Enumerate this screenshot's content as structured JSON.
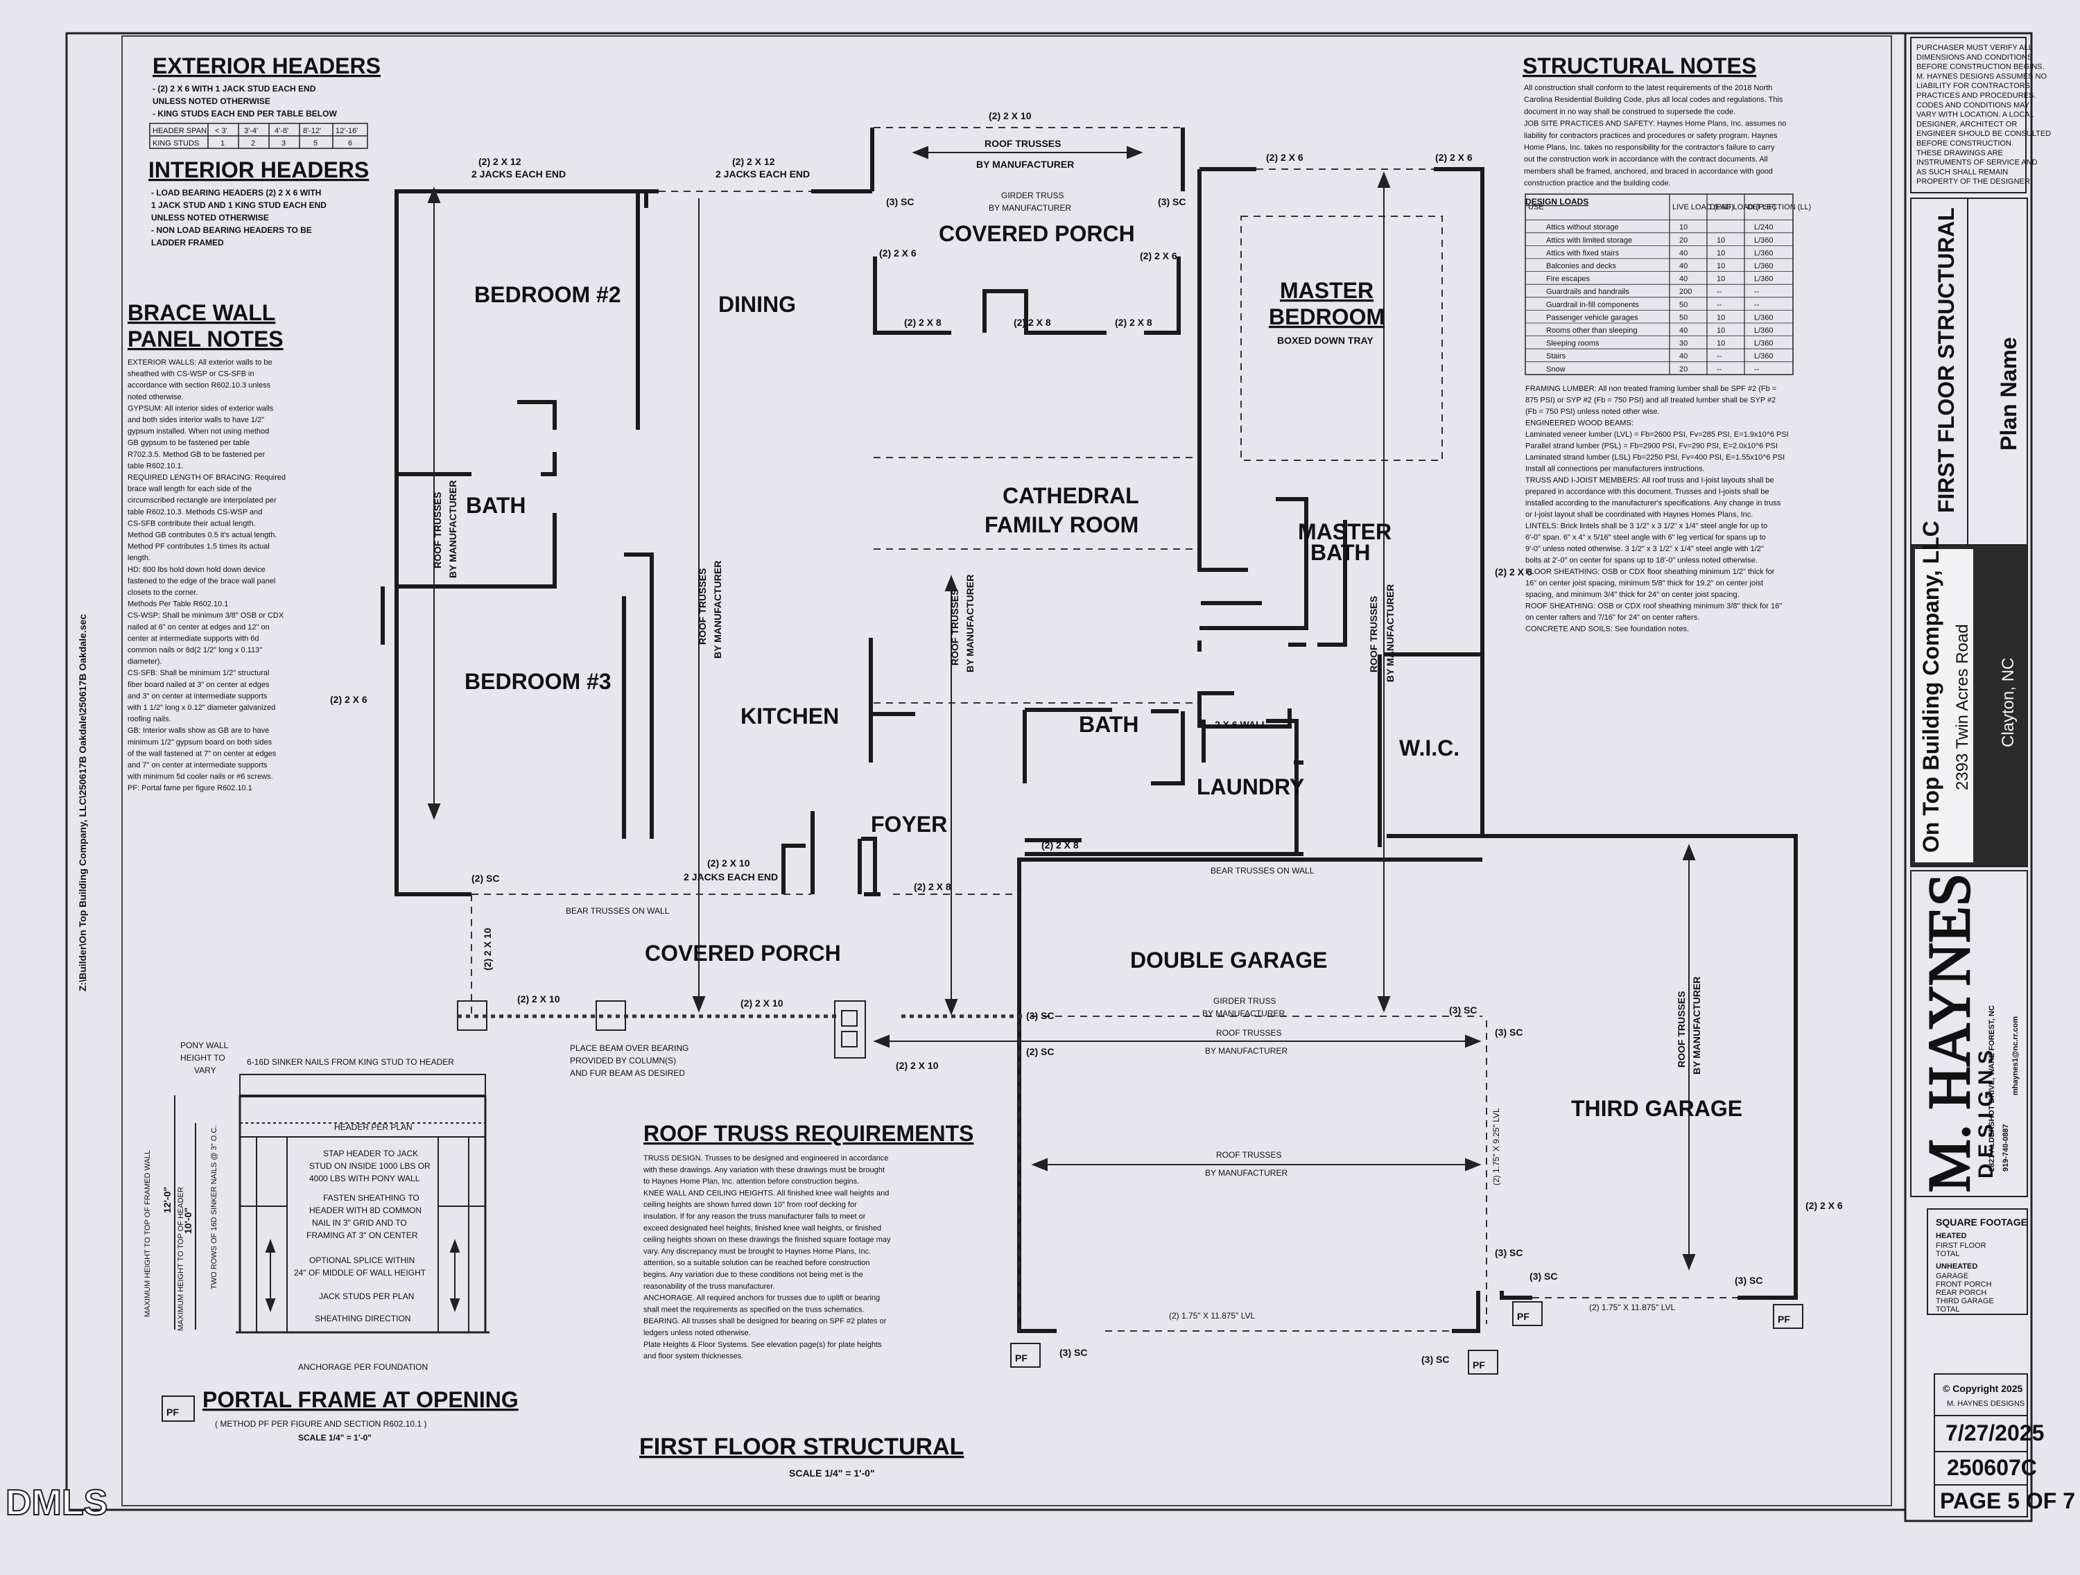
{
  "watermark": "DMLS",
  "side_path": "Z:\\Builder\\On Top Building Company, LLC\\250617B Oakdale\\250617B Oakdale.sec",
  "exterior_headers": {
    "title": "EXTERIOR HEADERS",
    "lines": [
      "- (2) 2 X 6 WITH 1 JACK STUD EACH END",
      "UNLESS NOTED OTHERWISE",
      "- KING STUDS EACH END PER TABLE BELOW"
    ],
    "table_headers": [
      "HEADER SPAN",
      "< 3'",
      "3'-4'",
      "4'-8'",
      "8'-12'",
      "12'-16'"
    ],
    "table_row": [
      "KING STUDS",
      "1",
      "2",
      "3",
      "5",
      "6"
    ]
  },
  "interior_headers": {
    "title": "INTERIOR HEADERS",
    "lines": [
      "- LOAD BEARING HEADERS (2) 2 X 6 WITH",
      "1 JACK STUD AND 1 KING STUD EACH END",
      "UNLESS NOTED OTHERWISE",
      "- NON LOAD BEARING HEADERS TO BE",
      "LADDER FRAMED"
    ]
  },
  "brace_wall": {
    "title1": "BRACE WALL",
    "title2": "PANEL NOTES",
    "lines": [
      "EXTERIOR WALLS: All exterior walls to be",
      "sheathed with CS-WSP or CS-SFB in",
      "accordance with section R602.10.3 unless",
      "noted otherwise.",
      "GYPSUM: All interior sides of exterior walls",
      "and both sides interior walls to have 1/2\"",
      "gypsum installed. When not using method",
      "GB gypsum to be fastened per table",
      "R702.3.5. Method GB to be fastened per",
      "table R602.10.1.",
      "REQUIRED LENGTH OF BRACING: Required",
      "brace wall length for each side of the",
      "circumscribed rectangle are interpolated per",
      "table R602.10.3. Methods CS-WSP and",
      "CS-SFB contribute their actual length.",
      "Method GB contributes 0.5 it's actual length.",
      "Method PF contributes 1.5 times its actual",
      "length.",
      "HD: 800 lbs hold down hold down device",
      "fastened to the edge of the brace wall panel",
      "closets to the corner.",
      "Methods Per Table R602.10.1",
      "CS-WSP: Shall be minimum 3/8\" OSB or CDX",
      "nailed at 6\" on center at edges and 12\" on",
      "center at intermediate supports with 6d",
      "common nails or 8d(2 1/2\" long x 0.113\"",
      "diameter).",
      "CS-SFB: Shall be minimum 1/2\" structural",
      "fiber board nailed at 3\" on center at edges",
      "and 3\" on center at intermediate supports",
      "with 1 1/2\" long x 0.12\" diameter galvanized",
      "roofing nails.",
      "GB: Interior walls show as GB are to have",
      "minimum 1/2\" gypsum board on both sides",
      "of the wall fastened at 7\" on center at edges",
      "and 7\" on center at intermediate supports",
      "with minimum 5d cooler nails or #6 screws.",
      "PF: Portal fame per figure R602.10.1"
    ]
  },
  "structural_notes": {
    "title": "STRUCTURAL NOTES",
    "intro": [
      "All construction shall conform to the latest requirements of the 2018 North",
      "Carolina Residential Building Code, plus all local codes and regulations. This",
      "document in no way shall be construed to supersede the code.",
      "JOB SITE PRACTICES AND SAFETY: Haynes Home Plans, Inc. assumes no",
      "liability for contractors practices and procedures or safety program. Haynes",
      "Home Plans, Inc. takes no responsibility for the contractor's failure to carry",
      "out the construction work in accordance with the contract documents. All",
      "members shall be framed, anchored, and braced in accordance with good",
      "construction practice and the building code."
    ],
    "loads_title": "DESIGN LOADS",
    "loads_headers": [
      "USE",
      "LIVE LOAD (PSF)",
      "DEAD LOAD (PSF)",
      "DEFLECTION (LL)"
    ],
    "loads_rows": [
      [
        "Attics without storage",
        "10",
        "",
        "L/240"
      ],
      [
        "Attics with limited storage",
        "20",
        "10",
        "L/360"
      ],
      [
        "Attics with fixed stairs",
        "40",
        "10",
        "L/360"
      ],
      [
        "Balconies and decks",
        "40",
        "10",
        "L/360"
      ],
      [
        "Fire escapes",
        "40",
        "10",
        "L/360"
      ],
      [
        "Guardrails and handrails",
        "200",
        "--",
        "--"
      ],
      [
        "Guardrail in-fill components",
        "50",
        "--",
        "--"
      ],
      [
        "Passenger vehicle garages",
        "50",
        "10",
        "L/360"
      ],
      [
        "Rooms other than sleeping",
        "40",
        "10",
        "L/360"
      ],
      [
        "Sleeping rooms",
        "30",
        "10",
        "L/360"
      ],
      [
        "Stairs",
        "40",
        "--",
        "L/360"
      ],
      [
        "Snow",
        "20",
        "--",
        "--"
      ]
    ],
    "body": [
      "FRAMING LUMBER: All non treated framing lumber shall be SPF #2 (Fb =",
      "875 PSI) or SYP #2 (Fb = 750 PSI) and all treated lumber shall be SYP #2",
      "(Fb = 750 PSI) unless noted other wise.",
      "ENGINEERED WOOD BEAMS:",
      "Laminated veneer lumber (LVL) = Fb=2600 PSI, Fv=285 PSI, E=1.9x10^6 PSI",
      "Parallel strand lumber (PSL) = Fb=2900 PSI, Fv=290 PSI, E=2.0x10^6 PSI",
      "Laminated strand lumber (LSL) Fb=2250 PSI, Fv=400 PSI, E=1.55x10^6 PSI",
      "Install all connections per manufacturers instructions.",
      "TRUSS AND I-JOIST MEMBERS: All roof truss and I-joist layouts shall be",
      "prepared in accordance with this document. Trusses and I-joists shall be",
      "installed according to the manufacturer's specifications. Any change in truss",
      "or I-joist layout shall be coordinated with Haynes Homes Plans, Inc.",
      "LINTELS: Brick lintels shall be 3 1/2\" x 3 1/2\" x 1/4\" steel angle for up to",
      "6'-0\" span. 6\" x 4\" x 5/16\" steel angle with 6\" leg vertical for spans up to",
      "9'-0\" unless noted otherwise. 3 1/2\" x 3 1/2\" x 1/4\" steel angle with 1/2\"",
      "bolts at 2'-0\" on center for spans up to 18'-0\" unless noted otherwise.",
      "FLOOR SHEATHING: OSB or CDX floor sheathing minimum 1/2\" thick for",
      "16\" on center joist spacing, minimum 5/8\" thick for 19.2\" on center joist",
      "spacing, and minimum 3/4\" thick for 24\" on center joist spacing.",
      "ROOF SHEATHING: OSB or CDX roof sheathing minimum 3/8\" thick for 16\"",
      "on center rafters and 7/16\" for 24\" on center rafters.",
      "CONCRETE AND SOILS: See foundation notes."
    ]
  },
  "rooms": {
    "bedroom2": "BEDROOM #2",
    "dining": "DINING",
    "covered_porch_top": "COVERED PORCH",
    "master_bedroom_1": "MASTER",
    "master_bedroom_2": "BEDROOM",
    "boxed_tray": "BOXED DOWN TRAY",
    "bath1": "BATH",
    "cathedral_1": "CATHEDRAL",
    "cathedral_2": "FAMILY ROOM",
    "master_bath_1": "MASTER",
    "master_bath_2": "BATH",
    "bedroom3": "BEDROOM #3",
    "kitchen": "KITCHEN",
    "bath2": "BATH",
    "laundry": "LAUNDRY",
    "wic": "W.I.C.",
    "foyer": "FOYER",
    "covered_porch_bottom": "COVERED PORCH",
    "double_garage": "DOUBLE GARAGE",
    "third_garage": "THIRD GARAGE"
  },
  "labels": {
    "two_2x12": "(2) 2 X 12",
    "two_jacks": "2 JACKS EACH END",
    "two_2x10": "(2) 2 X 10",
    "two_2x6": "(2) 2 X 6",
    "two_2x8": "(2) 2 X 8",
    "roof_trusses": "ROOF TRUSSES",
    "by_manufacturer": "BY MANUFACTURER",
    "girder_truss": "GIRDER TRUSS",
    "three_sc": "(3) SC",
    "two_sc": "(2) SC",
    "bear_trusses": "BEAR TRUSSES ON WALL",
    "wall_2x6": "2 X 6 WALL",
    "lvl_11875": "(2) 1.75\" X 11.875\" LVL",
    "lvl_925": "(2) 1.75\" X 9.25\" LVL",
    "place_beam_1": "PLACE BEAM OVER BEARING",
    "place_beam_2": "PROVIDED BY COLUMN(S)",
    "place_beam_3": "AND FUR BEAM AS DESIRED",
    "pf": "PF"
  },
  "roof_truss_req": {
    "title": "ROOF TRUSS REQUIREMENTS",
    "lines": [
      "TRUSS DESIGN. Trusses to be designed and engineered in accordance",
      "with these drawings. Any variation with these drawings must be brought",
      "to Haynes Home Plan, Inc. attention before construction begins.",
      "KNEE WALL AND CEILING HEIGHTS. All finished knee wall heights and",
      "ceiling heights are shown furred down 10\" from roof decking for",
      "insulation. If for any reason the truss manufacturer fails to meet or",
      "exceed designated heel heights, finished knee wall heights, or finished",
      "ceiling heights shown on these drawings the finished square footage may",
      "vary. Any discrepancy must be brought to Haynes Home Plans, Inc.",
      "attention, so a suitable solution can be reached before construction",
      "begins. Any variation due to these conditions not being met is the",
      "reasonability of the truss manufacturer.",
      "ANCHORAGE. All required anchors for trusses due to uplift or bearing",
      "shall meet the requirements as specified on the truss schematics.",
      "BEARING. All trusses shall be designed for bearing on SPF #2 plates or",
      "ledgers unless noted otherwise.",
      "Plate Heights & Floor Systems. See elevation page(s) for plate heights",
      "and floor system thicknesses."
    ]
  },
  "portal": {
    "title": "PORTAL FRAME AT OPENING",
    "sub": "( METHOD PF PER FIGURE AND SECTION R602.10.1 )",
    "scale": "SCALE 1/4\" = 1'-0\"",
    "nails": "6-16D SINKER NAILS FROM KING STUD TO HEADER",
    "pony": [
      "PONY WALL",
      "HEIGHT TO",
      "VARY"
    ],
    "header": "HEADER PER PLAN",
    "strap": [
      "STAP HEADER TO JACK",
      "STUD ON INSIDE 1000 LBS OR",
      "4000 LBS WITH PONY WALL"
    ],
    "fasten": [
      "FASTEN SHEATHING TO",
      "HEADER WITH 8D COMMON",
      "NAIL IN 3\" GRID AND TO",
      "FRAMING AT 3\" ON CENTER"
    ],
    "splice": [
      "OPTIONAL SPLICE WITHIN",
      "24\" OF MIDDLE OF WALL HEIGHT"
    ],
    "jack": "JACK STUDS PER PLAN",
    "sheathing": "SHEATHING DIRECTION",
    "anchorage": "ANCHORAGE PER FOUNDATION",
    "dim1": "12'-0\"",
    "dim2": "10'-0\"",
    "maxh1": "MAXIMUM HEIGHT TO TOP OF FRAMED WALL",
    "maxh2": "MAXIMUM HEIGHT TO TOP OF HEADER",
    "rows": "TWO ROWS OF 16D SINKER NAILS @ 3\" O.C."
  },
  "main_title": "FIRST FLOOR STRUCTURAL",
  "main_scale": "SCALE 1/4\" = 1'-0\"",
  "title_block": {
    "disclaimer": [
      "PURCHASER MUST VERIFY ALL",
      "DIMENSIONS AND CONDITIONS",
      "BEFORE CONSTRUCTION BEGINS.",
      "M. HAYNES DESIGNS ASSUMES NO",
      "LIABILITY FOR CONTRACTORS",
      "PRACTICES AND PROCEDURES.",
      "CODES AND CONDITIONS MAY",
      "VARY WITH LOCATION. A LOCAL",
      "DESIGNER, ARCHITECT OR",
      "ENGINEER SHOULD BE CONSULTED",
      "BEFORE CONSTRUCTION.",
      "THESE DRAWINGS ARE",
      "INSTRUMENTS OF SERVICE AND",
      "AS SUCH SHALL REMAIN",
      "PROPERTY OF THE DESIGNER."
    ],
    "sheet_title": "FIRST FLOOR STRUCTURAL",
    "plan_name": "Plan Name",
    "company": "On Top Building Company, LLC",
    "addr1": "2393 Twin Acres Road",
    "addr2": "Clayton, NC",
    "logo_main": "M. HAYNES",
    "logo_sub": "D E S I G N S",
    "designer_addr": "2821 ALDERSHOT DRIVE, WAKE FOREST, NC",
    "designer_phone": "919-740-0887",
    "designer_email": "mhaynes1@nc.rr.com",
    "sqft_title": "SQUARE FOOTAGE",
    "heated": "HEATED",
    "heated_rows": [
      "FIRST FLOOR",
      "TOTAL"
    ],
    "unheated": "UNHEATED",
    "unheated_rows": [
      "GARAGE",
      "FRONT PORCH",
      "REAR PORCH",
      "THIRD GARAGE",
      "TOTAL"
    ],
    "copyright1": "© Copyright 2025",
    "copyright2": "M. HAYNES DESIGNS",
    "date": "7/27/2025",
    "job": "250607C",
    "page": "PAGE 5 OF 7"
  }
}
